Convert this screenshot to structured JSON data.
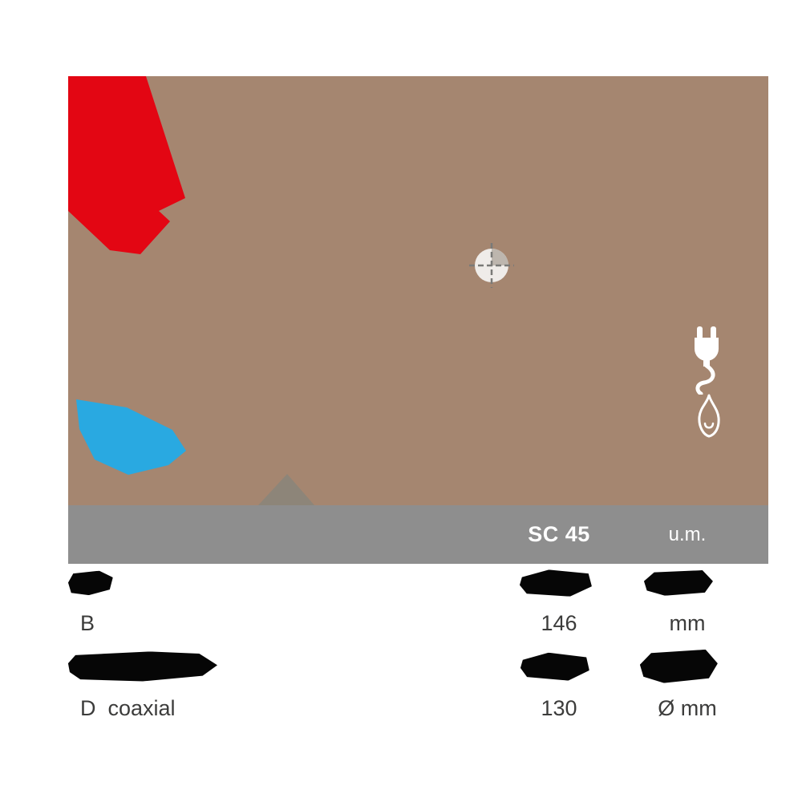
{
  "hero": {
    "bg_color": "#a58670",
    "red_shape_color": "#e30613",
    "blue_shape_color": "#29a9e1",
    "bump_color": "#8d8579",
    "icons": [
      {
        "name": "drill-center-mark-icon"
      },
      {
        "name": "electric-plug-icon"
      },
      {
        "name": "gas-flame-icon"
      }
    ]
  },
  "table": {
    "band_color": "#8e8e8e",
    "text_color": "#3c3c3b",
    "header": {
      "model": "SC 45",
      "unit": "u.m."
    },
    "rows": [
      {
        "label": "",
        "value": "",
        "unit": "",
        "redacted": true
      },
      {
        "label": "B",
        "value": "146",
        "unit": "mm",
        "redacted": false
      },
      {
        "label": "",
        "value": "",
        "unit": "",
        "redacted": true
      },
      {
        "label": "D  coaxial",
        "value": "130",
        "unit": "Ø mm",
        "redacted": false
      }
    ]
  }
}
